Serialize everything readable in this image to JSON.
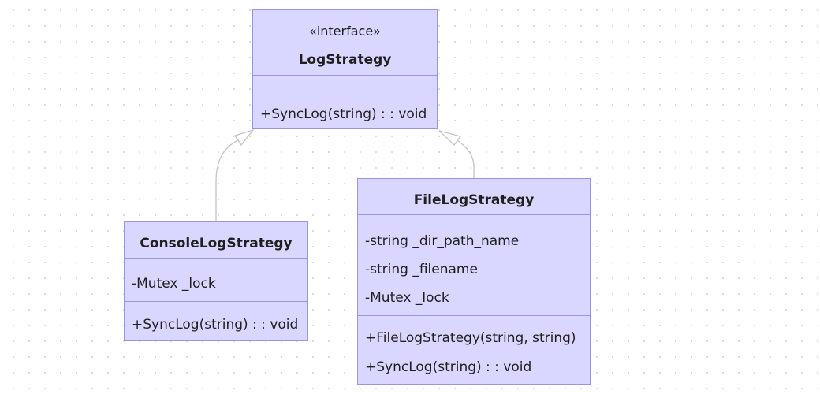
{
  "diagram": {
    "classes": {
      "log_strategy": {
        "stereotype": "«interface»",
        "name": "LogStrategy",
        "attributes": [],
        "methods": [
          "+SyncLog(string) : : void"
        ]
      },
      "console_log_strategy": {
        "name": "ConsoleLogStrategy",
        "attributes": [
          "-Mutex _lock"
        ],
        "methods": [
          "+SyncLog(string) : : void"
        ]
      },
      "file_log_strategy": {
        "name": "FileLogStrategy",
        "attributes": [
          "-string _dir_path_name",
          "-string _filename",
          "-Mutex _lock"
        ],
        "methods": [
          "+FileLogStrategy(string, string)",
          "+SyncLog(string) : : void"
        ]
      }
    },
    "relations": [
      {
        "type": "realization",
        "from": "ConsoleLogStrategy",
        "to": "LogStrategy"
      },
      {
        "type": "realization",
        "from": "FileLogStrategy",
        "to": "LogStrategy"
      }
    ],
    "colors": {
      "class_fill": "#d9d6ff",
      "class_border": "#9a94e6",
      "edge": "#c4c4c4",
      "grid_dot": "#d9d9df"
    }
  }
}
